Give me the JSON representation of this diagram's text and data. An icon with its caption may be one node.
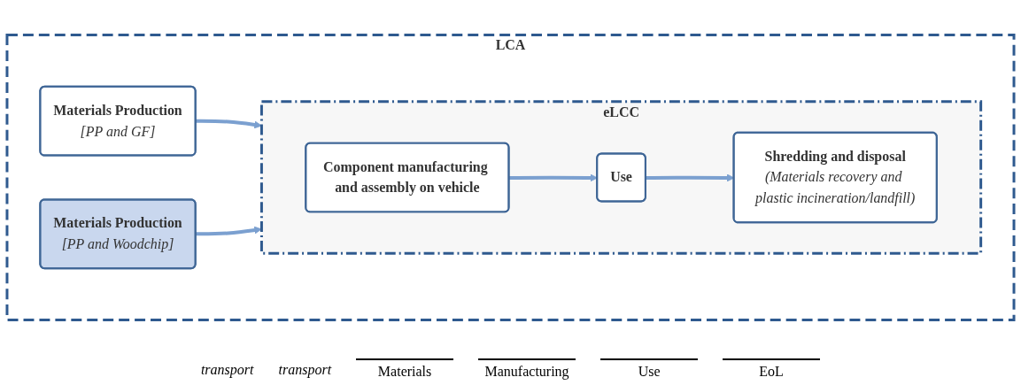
{
  "diagram": {
    "nodes": [
      {
        "text": [
          "LCA"
        ]
      },
      {
        "text": [
          "Materials Production",
          "[PP and GF]"
        ],
        "in": 0
      },
      {
        "text": [
          "Materials Production",
          "[PP and Woodchip]"
        ],
        "in": 0
      },
      {
        "text": [
          "eLCC"
        ],
        "in": 0
      },
      {
        "text": [
          "Component manufacturing and assembly on vehicle"
        ],
        "in": 3
      },
      {
        "text": [
          "Use"
        ],
        "in": 3
      },
      {
        "text": [
          "Shredding and disposal",
          "(Materials recovery and plastic incineration/landfill)"
        ],
        "in": 3
      }
    ],
    "edges": [
      {
        "from": 1,
        "to": 3,
        "arrow": "to"
      },
      {
        "from": 2,
        "to": 3,
        "arrow": "to"
      },
      {
        "from": 4,
        "to": 5,
        "arrow": "to"
      },
      {
        "from": 5,
        "to": 6,
        "arrow": "to"
      }
    ],
    "labels": [
      "transport",
      "transport",
      "Materials",
      "Manufacturing",
      "Use",
      "EoL"
    ]
  }
}
